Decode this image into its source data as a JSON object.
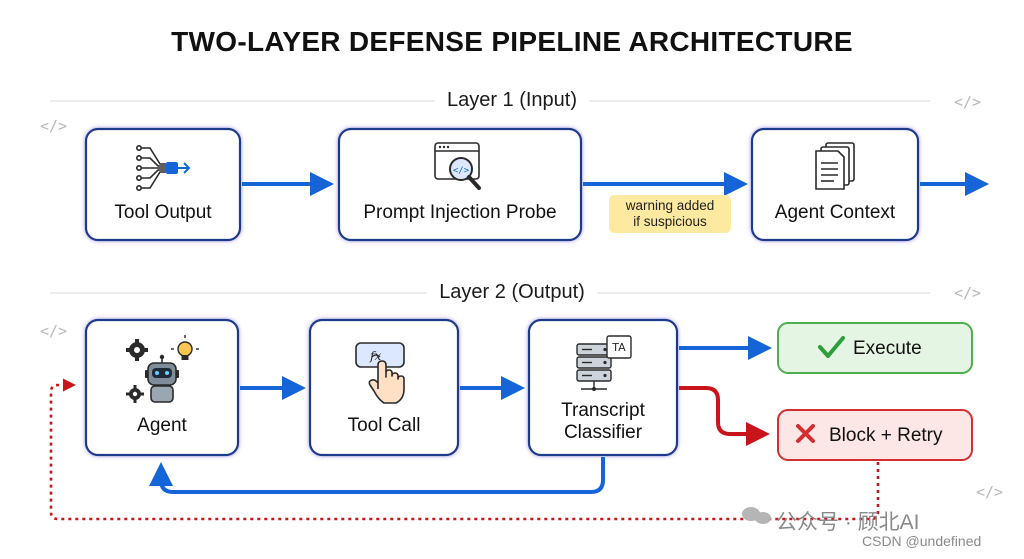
{
  "title": "TWO-LAYER DEFENSE PIPELINE ARCHITECTURE",
  "layer1": {
    "label": "Layer 1 (Input)",
    "nodes": {
      "tool_output": "Tool Output",
      "probe": "Prompt Injection Probe",
      "agent_context": "Agent Context"
    },
    "note": "warning added\nif suspicious"
  },
  "layer2": {
    "label": "Layer 2 (Output)",
    "nodes": {
      "agent": "Agent",
      "tool_call": "Tool Call",
      "classifier": "Transcript\nClassifier"
    },
    "outcomes": {
      "execute": "Execute",
      "block": "Block + Retry"
    }
  },
  "code_tag": "</>",
  "icon_text": {
    "fx": "fx",
    "ta": "TA"
  },
  "watermark": {
    "line1": "公众号 · 顾北AI",
    "line2": "CSDN @undefined"
  },
  "colors": {
    "node_border": "#1e3a8a",
    "node_glow": "#9b8fe0",
    "arrow_blue": "#1565d8",
    "arrow_red": "#c8141b",
    "execute_fill": "#e4f5e4",
    "execute_border": "#4caf50",
    "block_fill": "#fde6e6",
    "block_border": "#d32f2f",
    "note_fill": "#fde9a0"
  },
  "icons": [
    "flow-lines-icon",
    "code-search-icon",
    "documents-icon",
    "robot-gear-bulb-icon",
    "finger-tap-icon",
    "server-translate-icon",
    "check-icon",
    "x-icon"
  ]
}
